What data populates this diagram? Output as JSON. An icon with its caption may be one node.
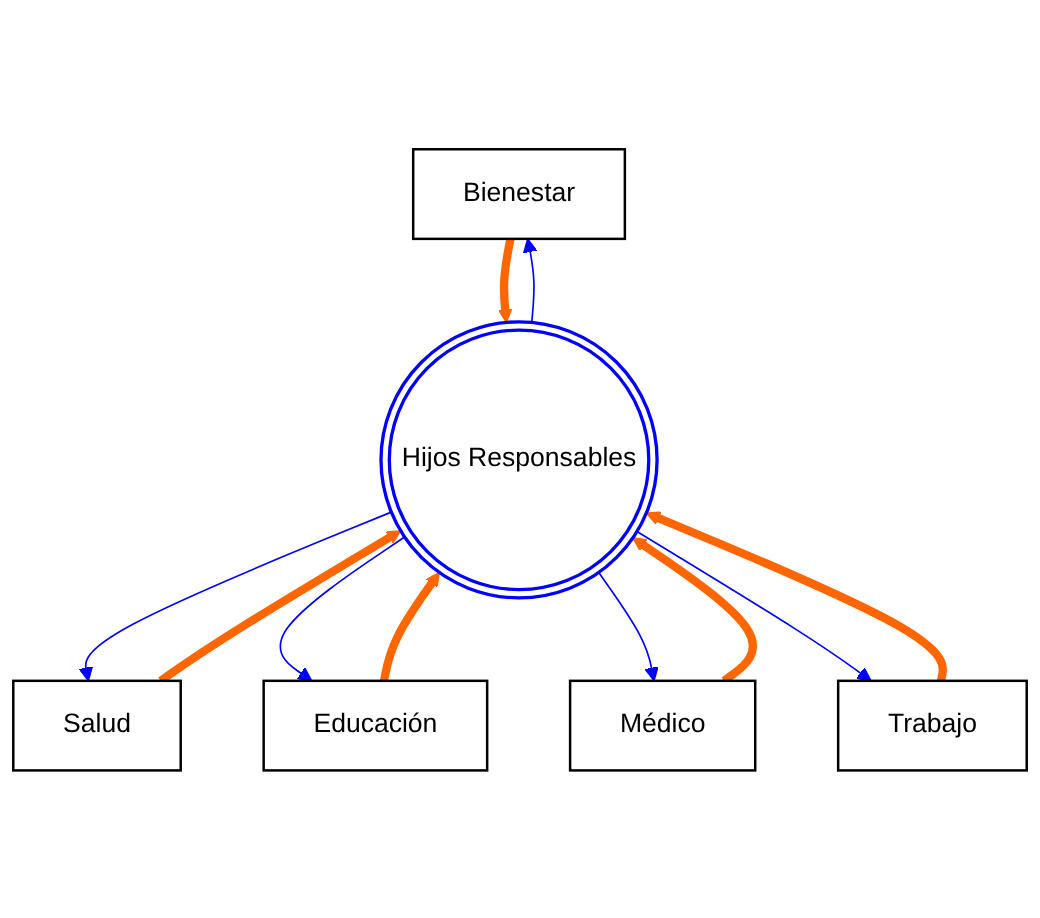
{
  "diagram": {
    "nodes": [
      {
        "text": [
          "Bienestar"
        ]
      },
      {
        "text": [
          "Salud"
        ]
      },
      {
        "text": [
          "Educación"
        ]
      },
      {
        "text": [
          "Hijos Responsables"
        ]
      },
      {
        "text": [
          "Médico"
        ]
      },
      {
        "text": [
          "Trabajo"
        ]
      }
    ],
    "edges": [
      {
        "from": 0,
        "to": 3,
        "arrow": "to",
        "style": "thick",
        "color": "#ff6600"
      },
      {
        "from": 3,
        "to": 0,
        "arrow": "to",
        "color": "#0000ff"
      },
      {
        "from": 1,
        "to": 3,
        "arrow": "to",
        "style": "thick",
        "color": "#ff6600"
      },
      {
        "from": 3,
        "to": 1,
        "arrow": "to",
        "color": "#0000ff"
      },
      {
        "from": 2,
        "to": 3,
        "arrow": "to",
        "style": "thick",
        "color": "#ff6600"
      },
      {
        "from": 3,
        "to": 2,
        "arrow": "to",
        "color": "#0000ff"
      },
      {
        "from": 4,
        "to": 3,
        "arrow": "to",
        "style": "thick",
        "color": "#ff6600"
      },
      {
        "from": 3,
        "to": 4,
        "arrow": "to",
        "color": "#0000ff"
      },
      {
        "from": 5,
        "to": 3,
        "arrow": "to",
        "style": "thick",
        "color": "#ff6600"
      },
      {
        "from": 3,
        "to": 5,
        "arrow": "to",
        "color": "#0000ff"
      }
    ]
  }
}
